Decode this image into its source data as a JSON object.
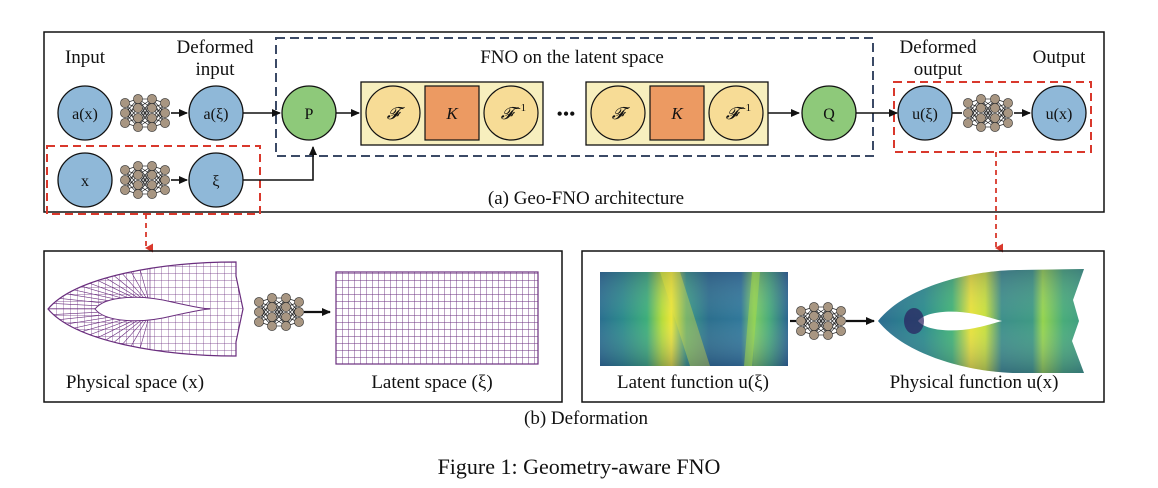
{
  "architecture": {
    "caption": "(a) Geo-FNO architecture",
    "fno_title": "FNO on the latent space",
    "headers": {
      "input": "Input",
      "deformed_input": [
        "Deformed",
        "input"
      ],
      "deformed_output": [
        "Deformed",
        "output"
      ],
      "output": "Output"
    },
    "nodes": {
      "a_x": "a(x)",
      "a_xi": "a(ξ)",
      "x": "x",
      "xi": "ξ",
      "P": "P",
      "Q": "Q",
      "u_xi": "u(ξ)",
      "u_x": "u(x)"
    },
    "fourier_block": {
      "fourier": "𝓕",
      "kernel": "K",
      "inverse": "𝓕",
      "inverse_sup": "-1"
    },
    "ellipsis": "•••"
  },
  "deformation": {
    "caption": "(b) Deformation",
    "physical_space": "Physical space (x)",
    "latent_space": "Latent space (ξ)",
    "latent_function": "Latent function u(ξ)",
    "physical_function": "Physical function u(x)"
  },
  "figure_caption": "Figure 1: Geometry-aware FNO",
  "colors": {
    "blue_node": "#8fb8d8",
    "green_node": "#8ec97a",
    "yellow_block": "#f7efbe",
    "fourier_circle": "#f7dc96",
    "kernel_square": "#ec9a62",
    "nn_node": "#a89682",
    "dashed_red": "#d9382c",
    "dashed_navy": "#3b4a66",
    "mesh": "#6a2e7e"
  }
}
